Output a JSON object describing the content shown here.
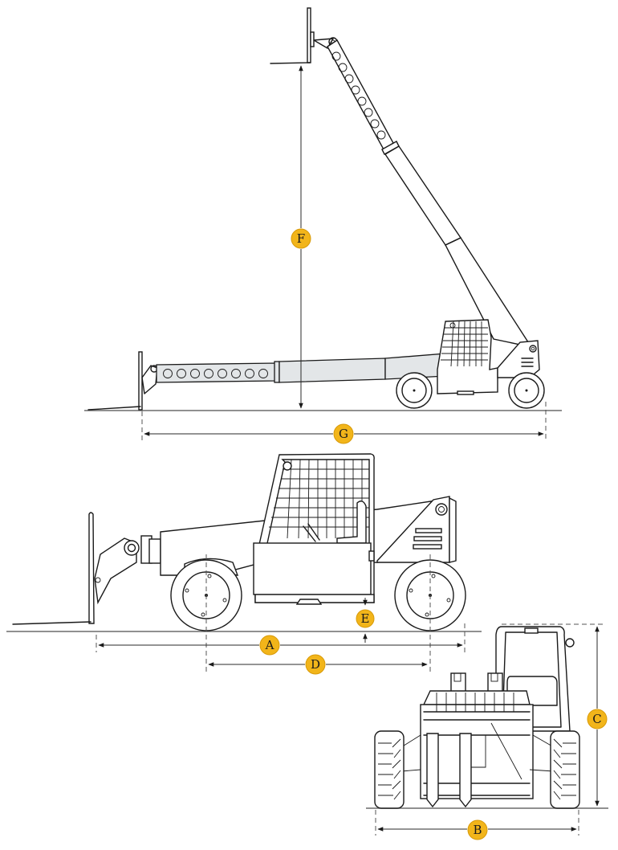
{
  "diagram": {
    "subject": "telehandler dimensional drawing",
    "colors": {
      "badge": "#f2b51a",
      "line": "#1a1a1a",
      "boom_fill": "#e3e6e8",
      "ground": "#6b6b6b"
    },
    "views": [
      {
        "id": "raised-boom-side-view",
        "description": "side view with boom raised and lowered extended"
      },
      {
        "id": "stowed-side-view",
        "description": "side view with boom stowed"
      },
      {
        "id": "front-view",
        "description": "front view"
      }
    ],
    "dimension_labels": {
      "A": "A",
      "B": "B",
      "C": "C",
      "D": "D",
      "E": "E",
      "F": "F",
      "G": "G"
    }
  }
}
